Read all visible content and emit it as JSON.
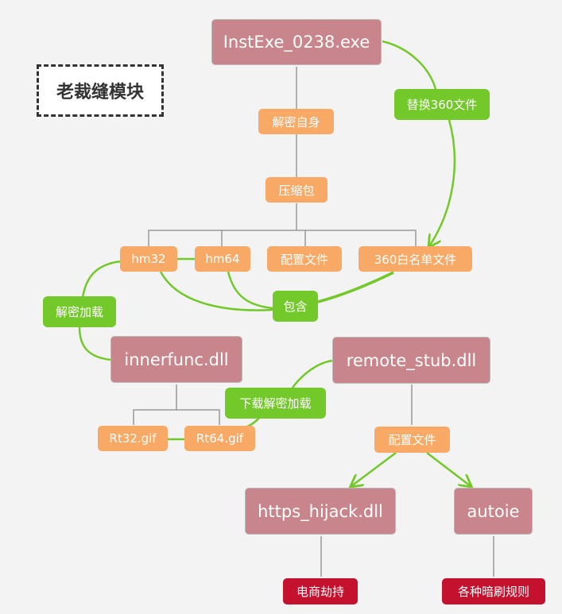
{
  "title": "老裁缝模块",
  "colors": {
    "background": "#f3f3f3",
    "module_node": "#c9858c",
    "sub_node": "#f9a966",
    "relation_label": "#73c82a",
    "tag_node": "#c4112e",
    "tree_line": "#999999",
    "relation_line": "#73c82a"
  },
  "nodes": {
    "instexe": "InstExe_0238.exe",
    "decrypt_self": "解密自身",
    "compressed_pkg": "压缩包",
    "hm32": "hm32",
    "hm64": "hm64",
    "config_file_1": "配置文件",
    "whitelist_360": "360白名单文件",
    "innerfunc": "innerfunc.dll",
    "rt32": "Rt32.gif",
    "rt64": "Rt64.gif",
    "remote_stub": "remote_stub.dll",
    "config_file_2": "配置文件",
    "https_hijack": "https_hijack.dll",
    "autoie": "autoie",
    "ecommerce_hijack": "电商劫持",
    "ad_rules": "各种暗刷规则"
  },
  "relations": {
    "replace_360": "替换360文件",
    "contains": "包含",
    "decrypt_load": "解密加载",
    "download_decrypt_load": "下载解密加载"
  }
}
